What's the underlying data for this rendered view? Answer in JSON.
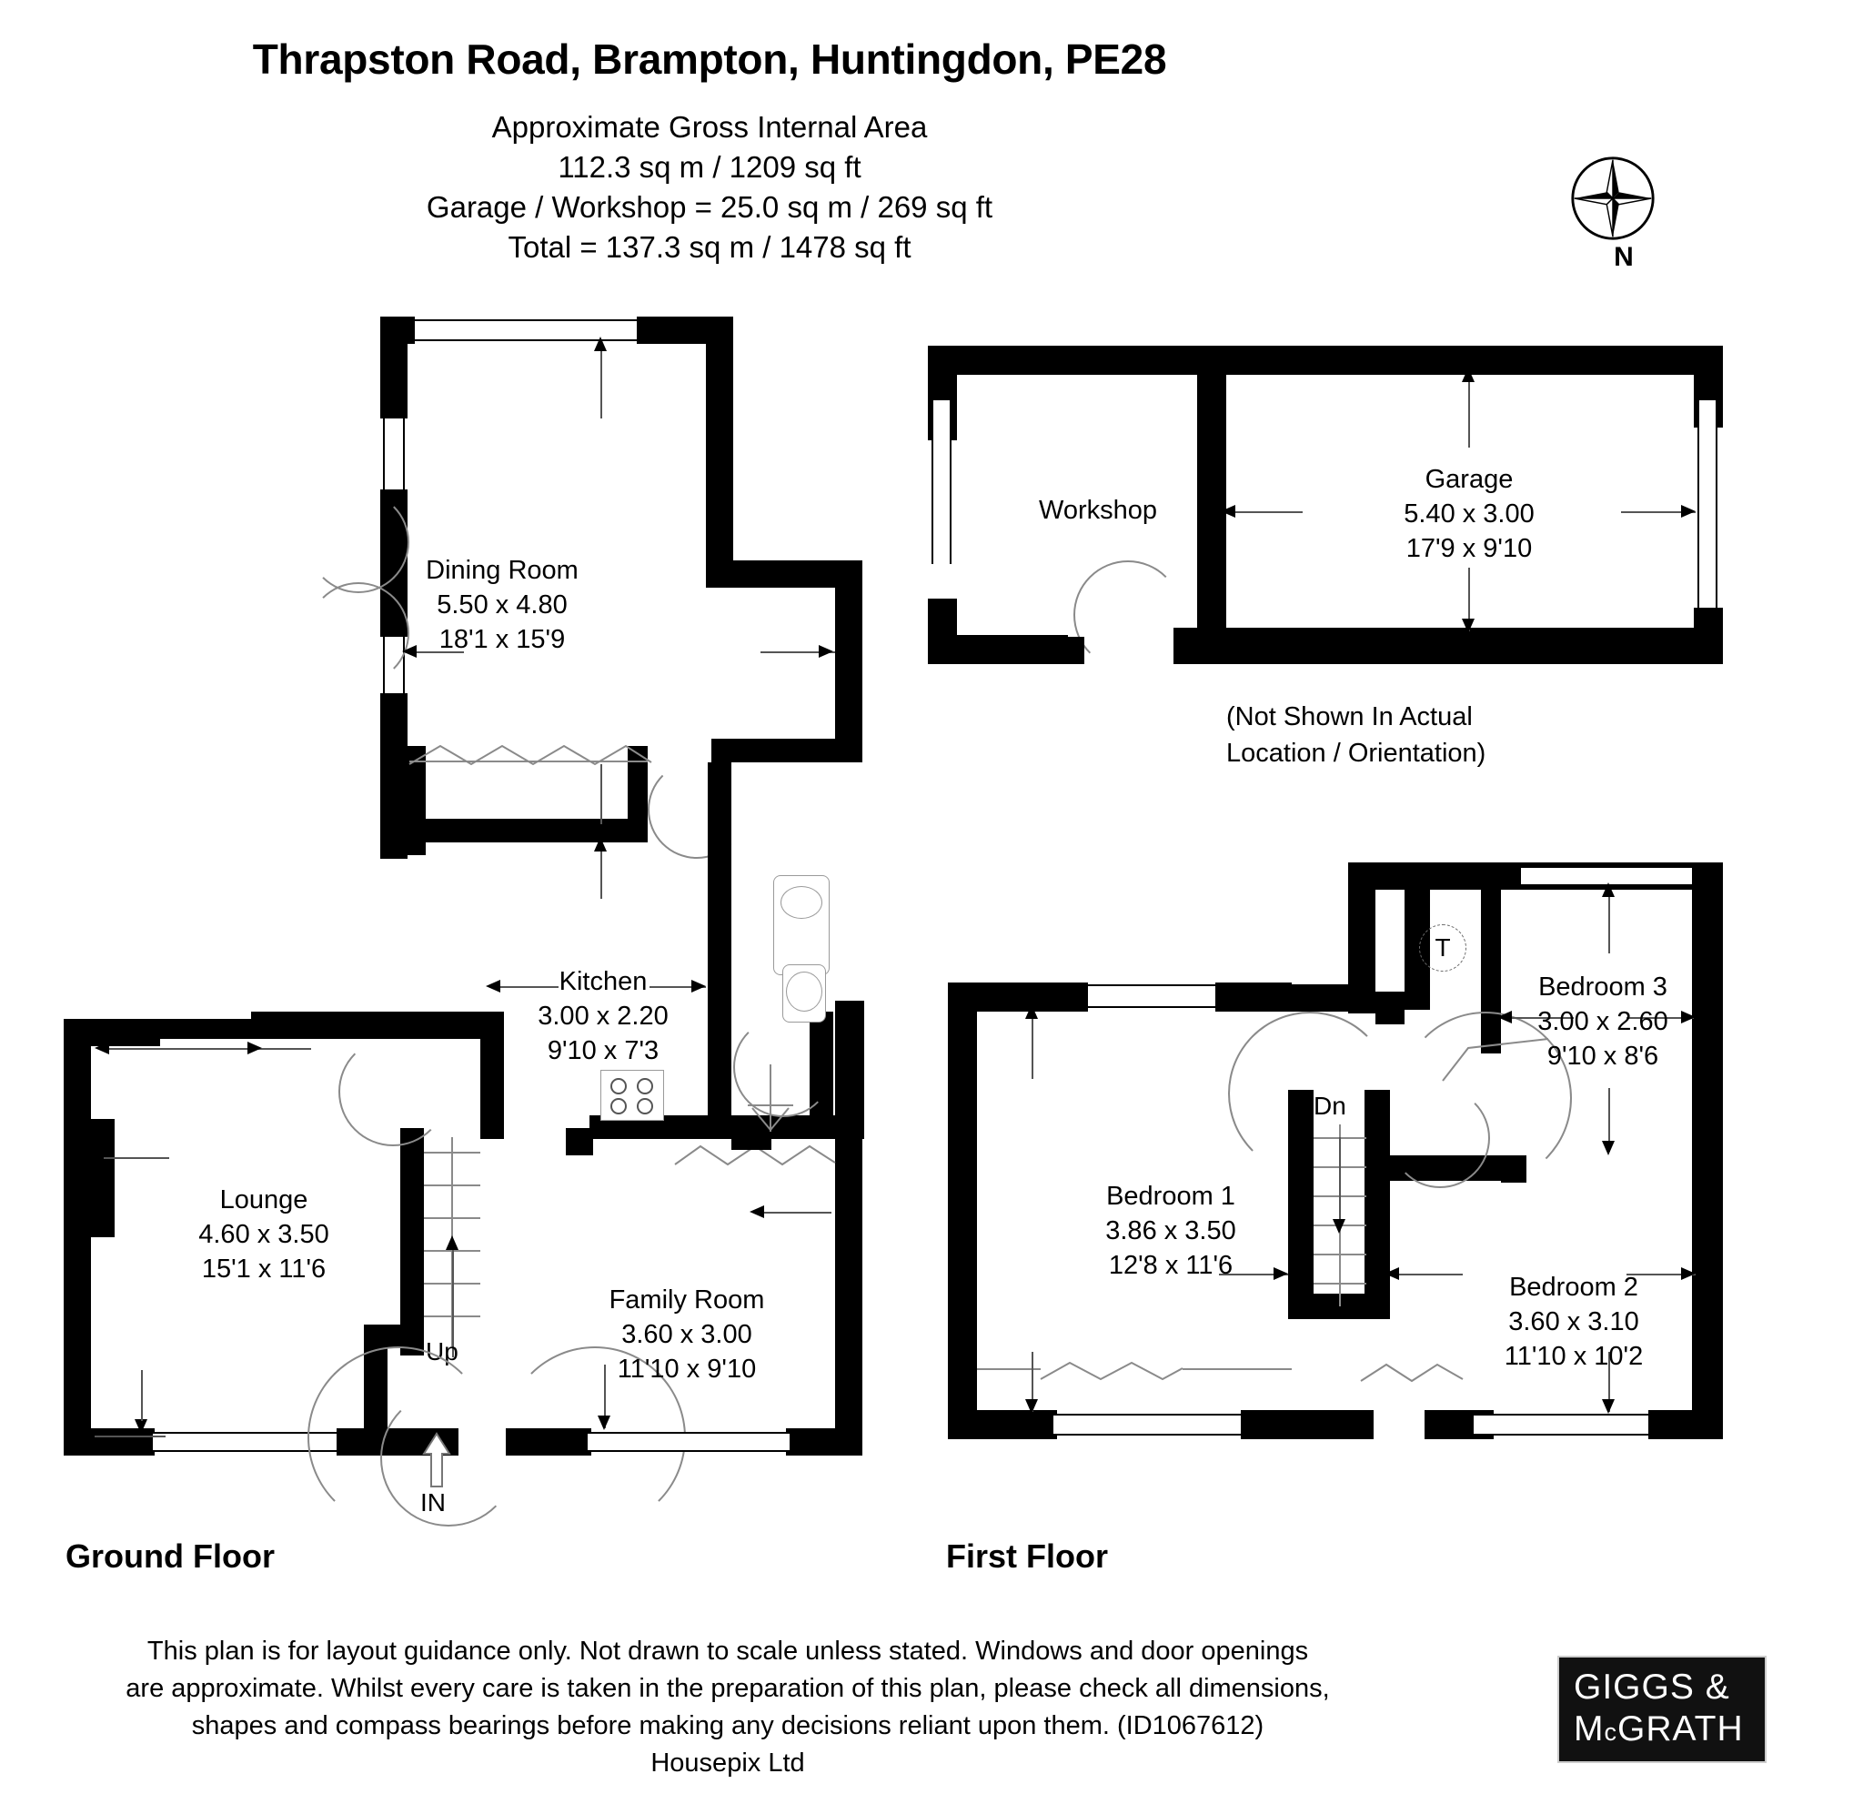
{
  "header": {
    "title": "Thrapston Road, Brampton, Huntingdon, PE28",
    "area_line1": "Approximate Gross Internal Area",
    "area_line2": "112.3 sq m / 1209 sq ft",
    "area_line3": "Garage / Workshop = 25.0 sq m / 269 sq ft",
    "area_line4": "Total = 137.3 sq m / 1478 sq ft"
  },
  "compass": {
    "north_label": "N",
    "icon": "compass-rose-icon"
  },
  "ground_floor": {
    "caption": "Ground Floor",
    "rooms": [
      {
        "name": "Dining Room",
        "metric": "5.50 x 4.80",
        "imperial": "18'1 x 15'9"
      },
      {
        "name": "Kitchen",
        "metric": "3.00 x 2.20",
        "imperial": "9'10 x 7'3"
      },
      {
        "name": "Lounge",
        "metric": "4.60 x 3.50",
        "imperial": "15'1 x 11'6"
      },
      {
        "name": "Family Room",
        "metric": "3.60 x 3.00",
        "imperial": "11'10 x 9'10"
      }
    ],
    "stair_label": "Up",
    "entrance_label": "IN"
  },
  "first_floor": {
    "caption": "First Floor",
    "rooms": [
      {
        "name": "Bedroom 1",
        "metric": "3.86 x 3.50",
        "imperial": "12'8 x 11'6"
      },
      {
        "name": "Bedroom 2",
        "metric": "3.60 x 3.10",
        "imperial": "11'10 x 10'2"
      },
      {
        "name": "Bedroom 3",
        "metric": "3.00 x 2.60",
        "imperial": "9'10 x 8'6"
      }
    ],
    "stair_label": "Dn",
    "tank_label": "T"
  },
  "outbuilding": {
    "rooms": [
      {
        "name": "Workshop",
        "metric": "",
        "imperial": ""
      },
      {
        "name": "Garage",
        "metric": "5.40 x 3.00",
        "imperial": "17'9 x 9'10"
      }
    ],
    "note_line1": "(Not Shown In Actual",
    "note_line2": "Location / Orientation)"
  },
  "footer": {
    "line1": "This plan is for layout guidance only. Not drawn to scale unless stated. Windows and door openings",
    "line2": "are approximate. Whilst every care is taken in the preparation of this plan, please check all dimensions,",
    "line3": "shapes and compass bearings before making any decisions reliant upon them. (ID1067612)",
    "line4": "Housepix Ltd"
  },
  "logo": {
    "line1": "GIGGS &",
    "line2_prefix": "M",
    "line2_small": "c",
    "line2_suffix": "GRATH"
  },
  "colors": {
    "wall": "#000000",
    "background": "#ffffff",
    "dimension": "#555555",
    "logo_bg": "#111111"
  }
}
